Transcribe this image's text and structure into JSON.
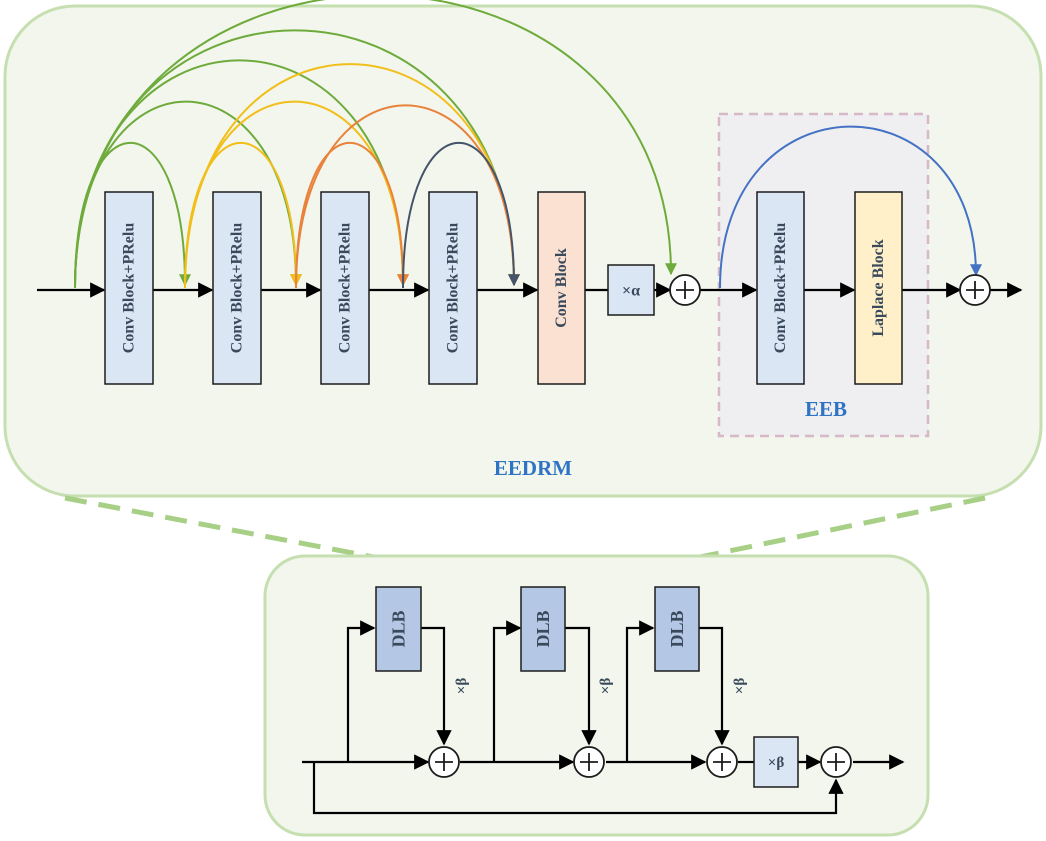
{
  "colors": {
    "panel_fill": "#f2f6ec",
    "panel_stroke": "#c6dfb0",
    "dashed_connector": "#a7cf86",
    "conv_prelu_fill": "#dbe6f4",
    "conv_block_fill": "#fbe1d2",
    "laplace_fill": "#fff0c9",
    "dlb_fill": "#b4c8e6",
    "eeb_fill": "#efeff1",
    "eeb_stroke": "#d6b8c9",
    "title_blue": "#2f73c4",
    "text_dark": "#3a4a5c",
    "arc_green": "#6fab3c",
    "arc_yellow": "#f2be1a",
    "arc_orange": "#e9823b",
    "arc_slate": "#44546a",
    "arc_blue": "#4472c4"
  },
  "eedrm": {
    "title": "EEDRM",
    "blocks": [
      {
        "label": "Conv Block+PRelu",
        "type": "conv_prelu"
      },
      {
        "label": "Conv Block+PRelu",
        "type": "conv_prelu"
      },
      {
        "label": "Conv Block+PRelu",
        "type": "conv_prelu"
      },
      {
        "label": "Conv Block+PRelu",
        "type": "conv_prelu"
      },
      {
        "label": "Conv Block",
        "type": "conv"
      }
    ],
    "scale_label": "×α",
    "sum_symbol": "+"
  },
  "eeb": {
    "title": "EEB",
    "blocks": [
      {
        "label": "Conv Block+PRelu",
        "type": "conv_prelu"
      },
      {
        "label": "Laplace Block",
        "type": "laplace"
      }
    ]
  },
  "detail": {
    "dlb_label": "DLB",
    "beta_label": "×β",
    "dlb_count": 3
  }
}
